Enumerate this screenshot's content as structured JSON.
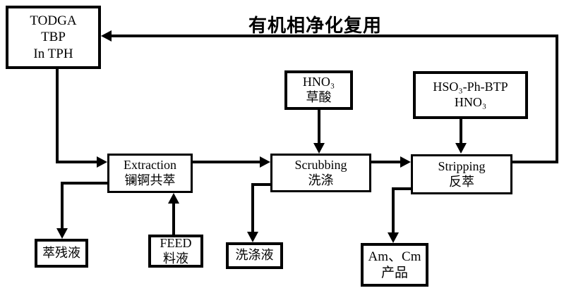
{
  "title": "有机相净化复用",
  "colors": {
    "background": "#ffffff",
    "line": "#000000",
    "text": "#000000"
  },
  "boxes": {
    "todga_solvent": {
      "lines": [
        "TODGA",
        "TBP",
        "In TPH"
      ]
    },
    "hno3_oxalic": {
      "lines": [
        "HNO₃",
        "草酸"
      ]
    },
    "hso3_ph_btp": {
      "lines": [
        "HSO₃-Ph-BTP",
        "HNO₃"
      ]
    },
    "extraction": {
      "lines": [
        "Extraction",
        "镧锕共萃"
      ]
    },
    "scrubbing": {
      "lines": [
        "Scrubbing",
        "洗涤"
      ]
    },
    "stripping": {
      "lines": [
        "Stripping",
        "反萃"
      ]
    },
    "raffinate": {
      "lines": [
        "萃残液"
      ]
    },
    "feed": {
      "lines": [
        "FEED",
        "料液"
      ]
    },
    "wash_liquid": {
      "lines": [
        "洗涤液"
      ]
    },
    "am_cm_product": {
      "lines": [
        "Am、Cm",
        "产品"
      ]
    }
  },
  "connections": [
    {
      "from": "stripping",
      "to": "todga_solvent",
      "label": "有机相净化复用"
    },
    {
      "from": "todga_solvent",
      "to": "extraction"
    },
    {
      "from": "feed",
      "to": "extraction"
    },
    {
      "from": "extraction",
      "to": "raffinate"
    },
    {
      "from": "extraction",
      "to": "scrubbing"
    },
    {
      "from": "hno3_oxalic",
      "to": "scrubbing"
    },
    {
      "from": "scrubbing",
      "to": "wash_liquid"
    },
    {
      "from": "scrubbing",
      "to": "stripping"
    },
    {
      "from": "hso3_ph_btp",
      "to": "stripping"
    },
    {
      "from": "stripping",
      "to": "am_cm_product"
    }
  ]
}
